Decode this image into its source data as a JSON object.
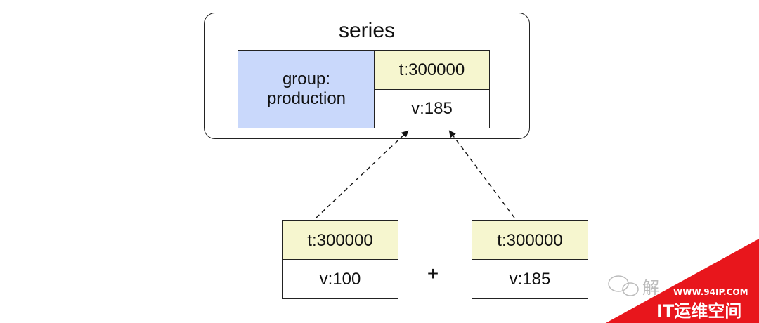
{
  "diagram": {
    "series_title": "series",
    "group_line1": "group:",
    "group_line2": "production",
    "series_t": "t:300000",
    "series_v": "v:185",
    "left_t": "t:300000",
    "left_v": "v:100",
    "plus": "+",
    "right_t": "t:300000",
    "right_v": "v:185"
  },
  "watermark": {
    "site": "WWW.94IP.COM",
    "brand": "IT运维空间",
    "partial_char": "解",
    "color": "#e8161c"
  }
}
